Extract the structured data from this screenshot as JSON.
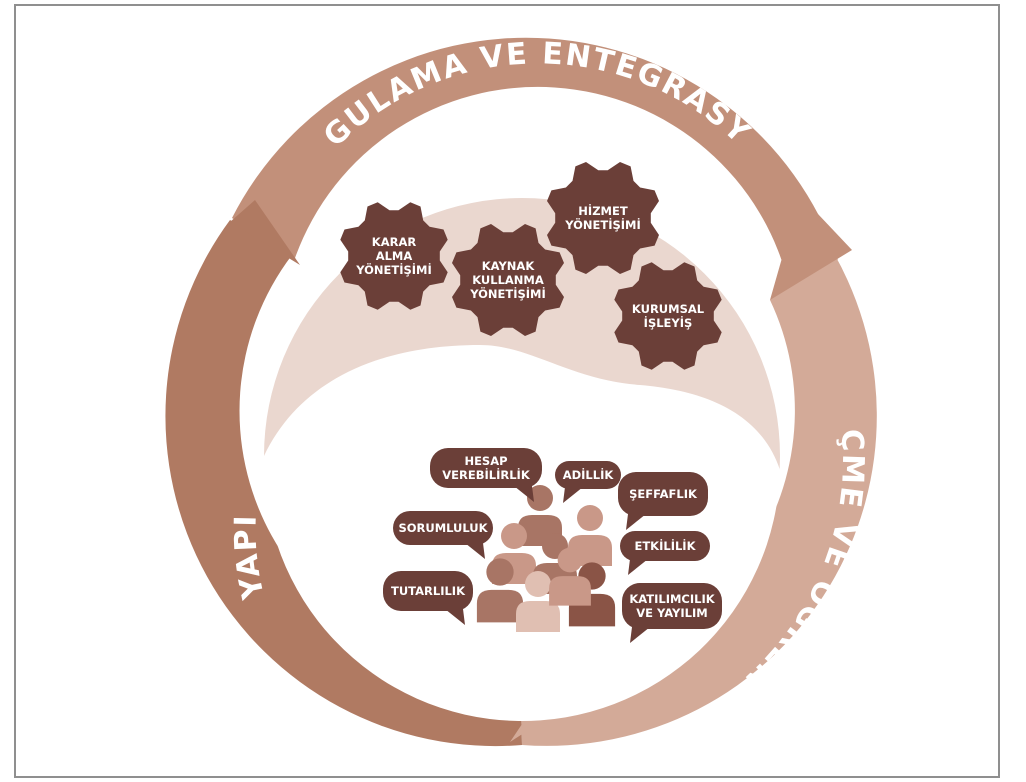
{
  "ring": {
    "top_label": "UYGULAMA VE ENTEGRASYON",
    "right_label": "ÖLÇME VE ÖĞRENME",
    "left_label": "YAPI",
    "colors": {
      "dark": "#b07a62",
      "medium": "#c2907a",
      "light": "#d3aa98",
      "inner_light": "#ead7cf"
    }
  },
  "gears": {
    "color": "#6b3f38",
    "items": [
      {
        "lines": [
          "KARAR",
          "ALMA",
          "YÖNETİŞİMİ"
        ]
      },
      {
        "lines": [
          "KAYNAK",
          "KULLANMA",
          "YÖNETİŞİMİ"
        ]
      },
      {
        "lines": [
          "HİZMET",
          "YÖNETİŞİMİ"
        ]
      },
      {
        "lines": [
          "KURUMSAL",
          "İŞLEYİŞ"
        ]
      }
    ]
  },
  "bubbles": {
    "color": "#6b3f38",
    "items": [
      {
        "lines": [
          "HESAP",
          "VEREBİLİRLİK"
        ]
      },
      {
        "lines": [
          "ADİLLİK"
        ]
      },
      {
        "lines": [
          "ŞEFFAFLIK"
        ]
      },
      {
        "lines": [
          "SORUMLULUK"
        ]
      },
      {
        "lines": [
          "ETKİLİLİK"
        ]
      },
      {
        "lines": [
          "TUTARLILIK"
        ]
      },
      {
        "lines": [
          "KATILIMCILIK",
          "VE YAYILIM"
        ]
      }
    ]
  },
  "people": {
    "colors": [
      "#a87565",
      "#c99888",
      "#e0bfb2",
      "#8a5446"
    ]
  }
}
